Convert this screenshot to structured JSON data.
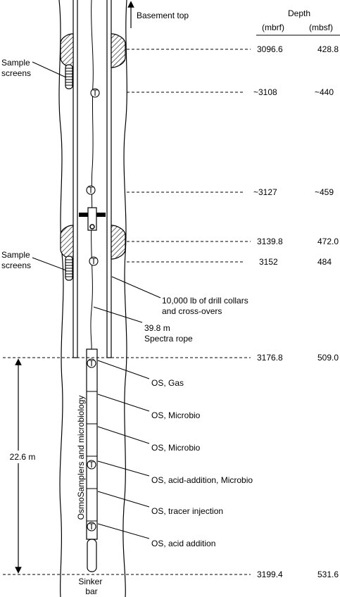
{
  "header": {
    "basement_top": "Basement top",
    "depth_title": "Depth",
    "col_mbrf": "(mbrf)",
    "col_mbsf": "(mbsf)"
  },
  "depths": [
    {
      "mbrf": "3096.6",
      "mbsf": "428.8"
    },
    {
      "mbrf": "~3108",
      "mbsf": "~440"
    },
    {
      "mbrf": "~3127",
      "mbsf": "~459"
    },
    {
      "mbrf": "3139.8",
      "mbsf": "472.0"
    },
    {
      "mbrf": "3152",
      "mbsf": "484"
    },
    {
      "mbrf": "3176.8",
      "mbsf": "509.0"
    },
    {
      "mbrf": "3199.4",
      "mbsf": "531.6"
    }
  ],
  "labels": {
    "sample_screens_line1": "Sample",
    "sample_screens_line2": "screens",
    "drill_collars_line1": "10,000 lb of drill collars",
    "drill_collars_line2": "and cross-overs",
    "spectra_line1": "39.8 m",
    "spectra_line2": "Spectra rope",
    "length": "22.6 m",
    "vertical": "OsmoSamplers and microbiology",
    "sinker_line1": "Sinker",
    "sinker_line2": "bar",
    "temp_marker": "T"
  },
  "samplers": [
    "OS, Gas",
    "OS, Microbio",
    "OS, Microbio",
    "OS, acid-addition, Microbio",
    "OS, tracer injection",
    "OS, acid addition"
  ]
}
